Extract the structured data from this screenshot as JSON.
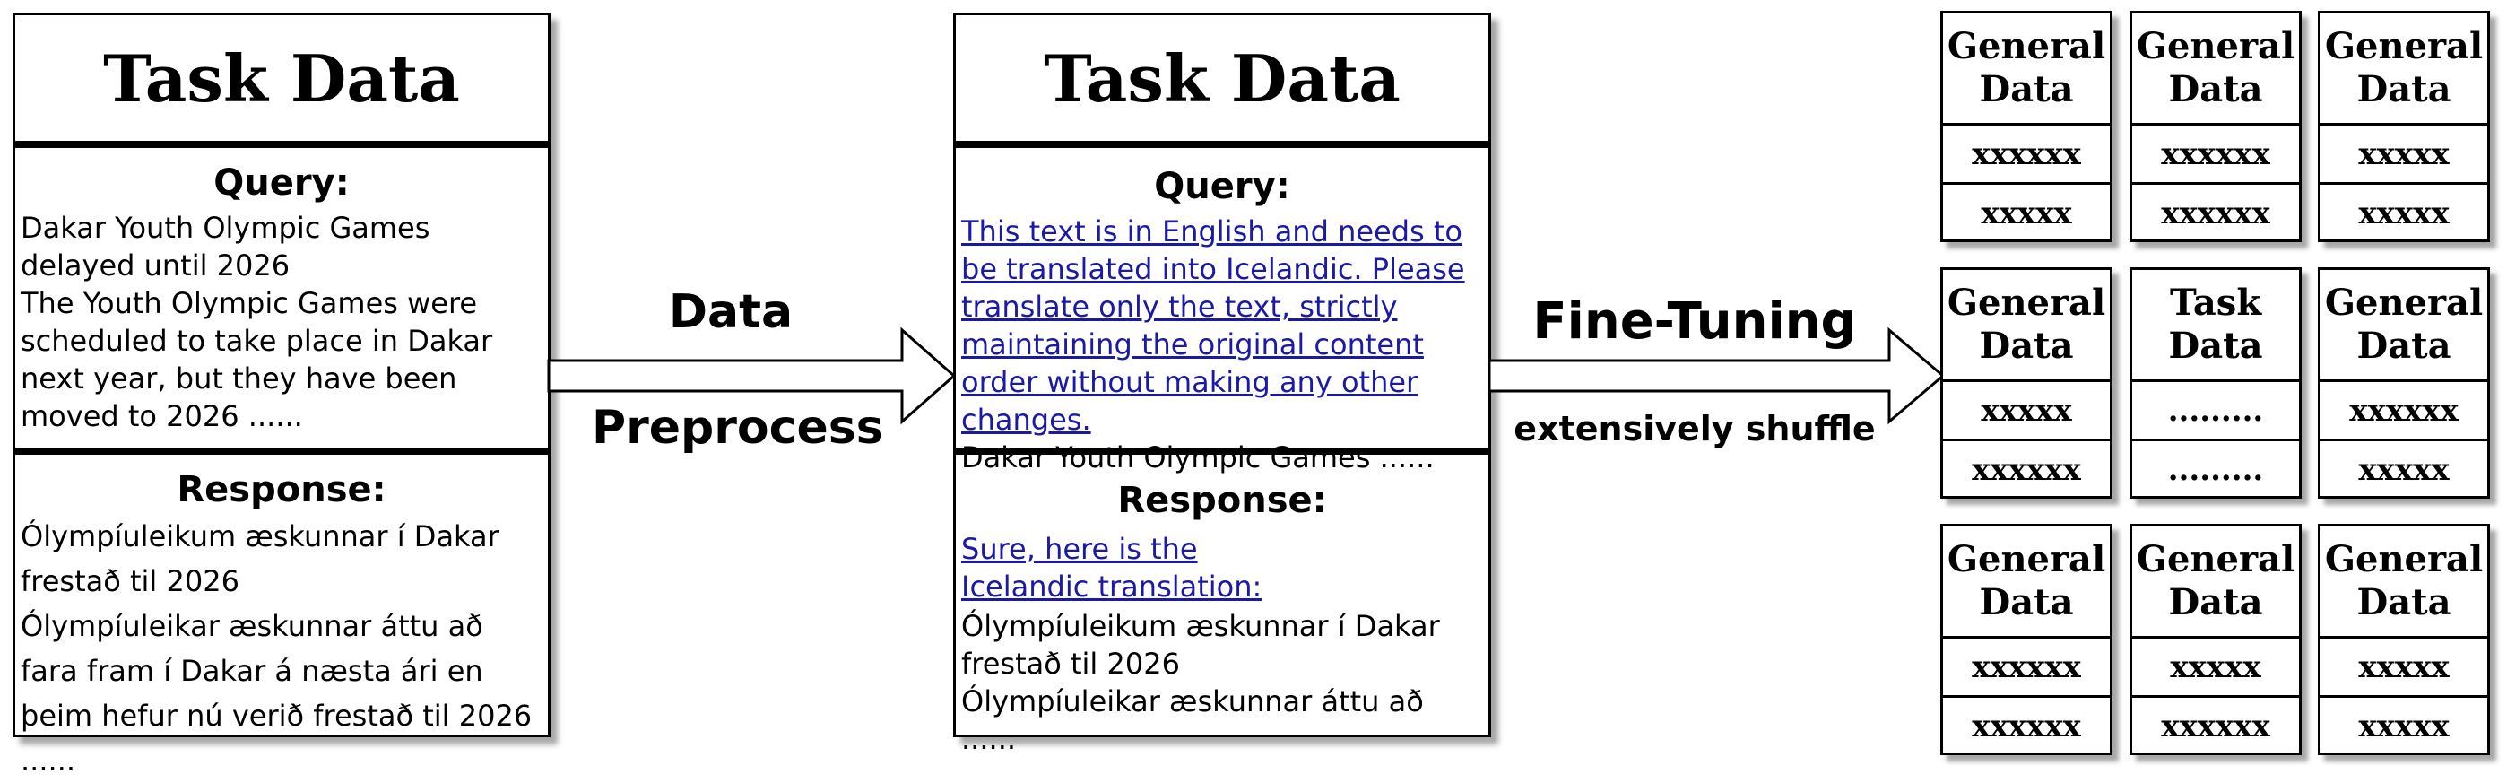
{
  "left_card": {
    "title": "Task Data",
    "query_heading": "Query:",
    "query_lines": [
      "Dakar Youth Olympic Games delayed until 2026",
      "The Youth Olympic Games were scheduled to take place in Dakar next year, but they have been moved to 2026 ......"
    ],
    "response_heading": "Response:",
    "response_lines": [
      "Ólympíuleikum æskunnar í Dakar frestað til 2026",
      "Ólympíuleikar æskunnar áttu að fara fram í Dakar á næsta ári en þeim hefur nú verið frestað til 2026 ......"
    ]
  },
  "arrow_preprocess": {
    "label_top": "Data",
    "label_bottom": "Preprocess"
  },
  "middle_card": {
    "title": "Task Data",
    "query_heading": "Query:",
    "query_instruction": "This text is in English and needs to be translated into Icelandic. Please translate only the text, strictly maintaining the original content order without making any other changes.",
    "query_text": "Dakar Youth Olympic Games ......",
    "response_heading": "Response:",
    "response_instruction": "Sure, here is the Icelandic translation: ",
    "response_lines": [
      "Ólympíuleikum æskunnar í Dakar frestað til 2026",
      "Ólympíuleikar æskunnar áttu að ......"
    ]
  },
  "arrow_finetune": {
    "label_top": "Fine-Tuning",
    "label_bottom": "extensively shuffle"
  },
  "grid_cards": [
    {
      "title_line1": "General",
      "title_line2": "Data",
      "row1": "xxxxxx",
      "row2": "xxxxx"
    },
    {
      "title_line1": "General",
      "title_line2": "Data",
      "row1": "xxxxxx",
      "row2": "xxxxxx"
    },
    {
      "title_line1": "General",
      "title_line2": "Data",
      "row1": "xxxxx",
      "row2": "xxxxx"
    },
    {
      "title_line1": "General",
      "title_line2": "Data",
      "row1": "xxxxx",
      "row2": "xxxxxx"
    },
    {
      "title_line1": "Task",
      "title_line2": "Data",
      "row1": ".........",
      "row2": "........."
    },
    {
      "title_line1": "General",
      "title_line2": "Data",
      "row1": "xxxxxx",
      "row2": "xxxxx"
    },
    {
      "title_line1": "General",
      "title_line2": "Data",
      "row1": "xxxxxx",
      "row2": "xxxxxx"
    },
    {
      "title_line1": "General",
      "title_line2": "Data",
      "row1": "xxxxx",
      "row2": "xxxxxx"
    },
    {
      "title_line1": "General",
      "title_line2": "Data",
      "row1": "xxxxx",
      "row2": "xxxxx"
    }
  ],
  "colors": {
    "instruction_text": "#1a1aa6",
    "border": "#000000",
    "background": "#ffffff"
  }
}
